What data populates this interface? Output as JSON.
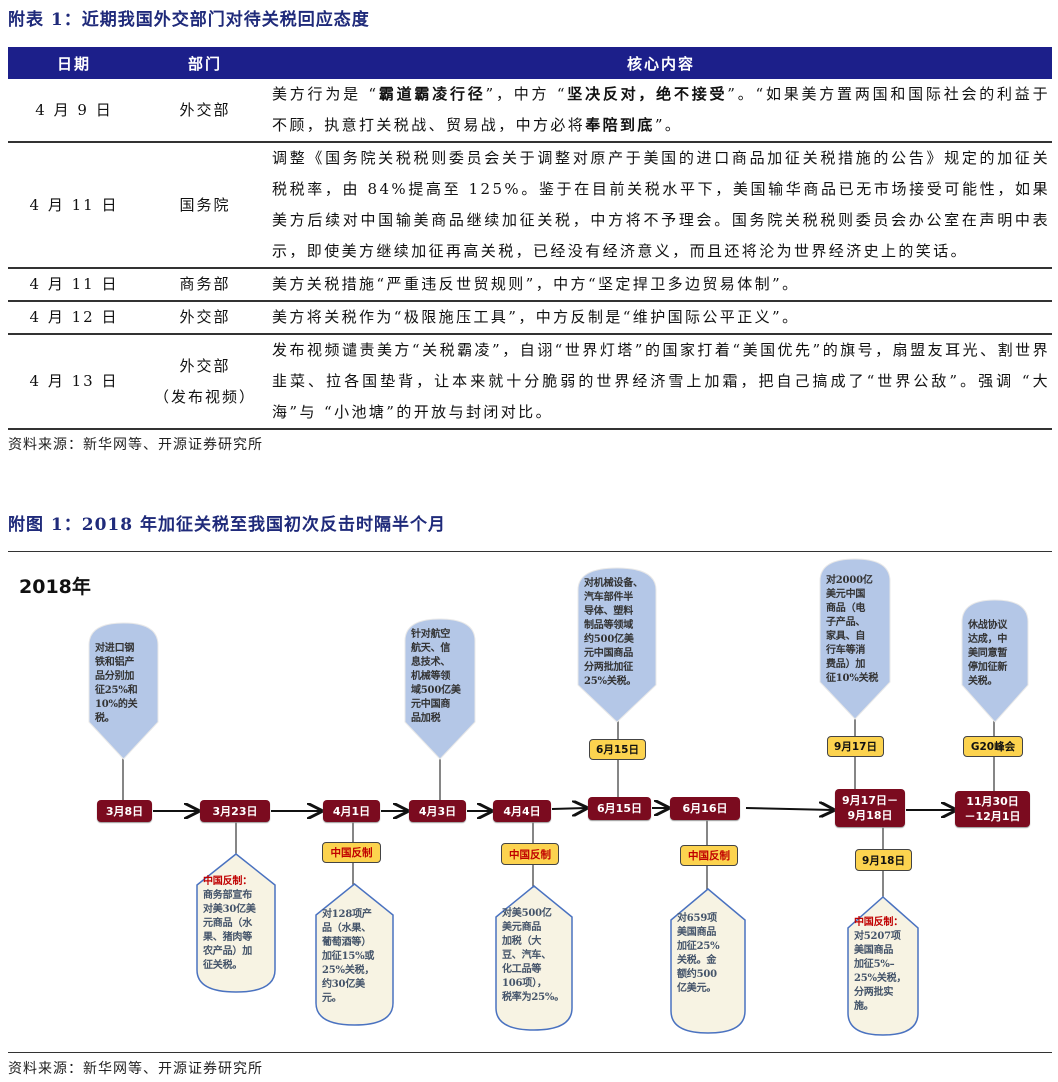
{
  "table_title": "附表 1：近期我国外交部门对待关税回应态度",
  "table": {
    "headers": [
      "日期",
      "部门",
      "核心内容"
    ],
    "rows": [
      {
        "date": "4 月 9 日",
        "dept": "外交部",
        "segments": [
          {
            "text": "美方行为是 “",
            "bold": false
          },
          {
            "text": "霸道霸凌行径",
            "bold": true
          },
          {
            "text": "”，中方 “",
            "bold": false
          },
          {
            "text": "坚决反对，绝不接受",
            "bold": true
          },
          {
            "text": "”。“如果美方置两国和国际社会的利益于不顾，执意打关税战、贸易战，中方必将",
            "bold": false
          },
          {
            "text": "奉陪到底",
            "bold": true
          },
          {
            "text": "”。",
            "bold": false
          }
        ]
      },
      {
        "date": "4 月 11 日",
        "dept": "国务院",
        "segments": [
          {
            "text": "调整《国务院关税税则委员会关于调整对原产于美国的进口商品加征关税措施的公告》规定的加征关税税率，由 84%提高至 125%。鉴于在目前关税水平下，美国输华商品已无市场接受可能性，如果美方后续对中国输美商品继续加征关税，中方将不予理会。国务院关税税则委员会办公室在声明中表示，即使美方继续加征再高关税，已经没有经济意义，而且还将沦为世界经济史上的笑话。",
            "bold": false
          }
        ]
      },
      {
        "date": "4 月 11 日",
        "dept": "商务部",
        "segments": [
          {
            "text": "美方关税措施“严重违反世贸规则”，中方“坚定捍卫多边贸易体制”。",
            "bold": false
          }
        ]
      },
      {
        "date": "4 月 12 日",
        "dept": "外交部",
        "segments": [
          {
            "text": "美方将关税作为“极限施压工具”，中方反制是“维护国际公平正义”。",
            "bold": false
          }
        ]
      },
      {
        "date": "4 月 13 日",
        "dept": "外交部\n（发布视频）",
        "segments": [
          {
            "text": "发布视频谴责美方“关税霸凌”，自诩“世界灯塔”的国家打着“美国优先”的旗号，扇盟友耳光、割世界韭菜、拉各国垫背，让本来就十分脆弱的世界经济雪上加霜，把自己搞成了“世界公敌”。强调 “大海”与 “小池塘”的开放与封闭对比。",
            "bold": false
          }
        ]
      }
    ]
  },
  "table_source": "资料来源：新华网等、开源证券研究所",
  "figure_title": "附图 1：2018 年加征关税至我国初次反击时隔半个月",
  "figure": {
    "year": "2018年",
    "timeline": [
      "3月8日",
      "3月23日",
      "4月1日",
      "4月3日",
      "4月4日",
      "6月15日",
      "6月16日",
      "9月17日－\n9月18日",
      "11月30日\n－12月1日"
    ],
    "us_labels": [
      "6月15日",
      "9月17日",
      "G20峰会"
    ],
    "cn_labels": [
      "中国反制",
      "中国反制",
      "中国反制",
      "9月18日"
    ],
    "counter_prefix": "中国反制：",
    "us_bubbles": [
      "对进口钢\n铁和铝产\n品分别加\n征25%和\n10%的关\n税。",
      "针对航空\n航天、信\n息技术、\n机械等领\n域500亿美\n元中国商\n品加税",
      "对机械设备、\n汽车部件半\n导体、塑料\n制品等领域\n约500亿美\n元中国商品\n分两批加征\n25%关税。",
      "对2000亿\n美元中国\n商品（电\n子产品、\n家具、自\n行车等消\n费品）加\n征10%关税",
      "休战协议\n达成，中\n美同意暂\n停加征新\n关税。"
    ],
    "cn_bubbles": [
      "商务部宣布\n对美30亿美\n元商品（水\n果、猪肉等\n农产品）加\n征关税。",
      "对128项产\n品（水果、\n葡萄酒等）\n加征15%或\n25%关税，\n约30亿美\n元。",
      "对美500亿\n美元商品\n加税（大\n豆、汽车、\n化工品等\n106项），\n税率为25%。",
      "对659项\n美国商品\n加征25%\n关税。金\n额约500\n亿美元。",
      "对5207项\n美国商品\n加征5%–\n25%关税，\n分两批实\n施。"
    ]
  },
  "figure_source": "资料来源：新华网等、开源证券研究所",
  "colors": {
    "header": "#1c1f8a",
    "timeline_box": "#7b0b1f",
    "label": "#fcd34f",
    "us_bubble": "#b4c7e7",
    "cn_bubble": "#f7f3e3",
    "accent_red": "#c00000"
  }
}
